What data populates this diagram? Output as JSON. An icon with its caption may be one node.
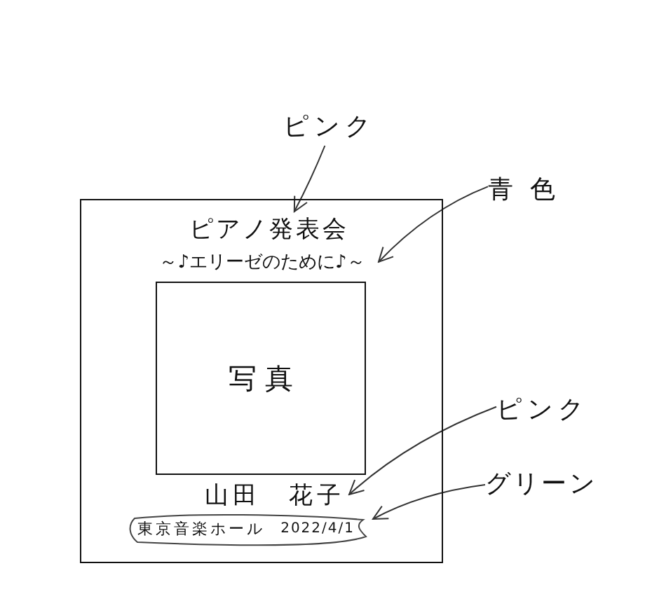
{
  "diagram": {
    "nodes": [
      {
        "text": [],
        "shape": "box"
      },
      {
        "text": [
          "ピアノ発表会"
        ],
        "in": 0
      },
      {
        "text": [
          "～♪エリーゼのために♪～"
        ],
        "in": 0
      },
      {
        "text": [
          "写真"
        ],
        "in": 0
      },
      {
        "text": [
          "山田　花子"
        ],
        "in": 0
      },
      {
        "text": [
          "東京音楽ホール",
          "2022/4/1"
        ],
        "in": 0
      },
      {
        "text": [
          "ピンク"
        ]
      },
      {
        "text": [
          "青色"
        ]
      },
      {
        "text": [
          "ピンク"
        ]
      },
      {
        "text": [
          "グリーン"
        ]
      }
    ],
    "edges": [
      {
        "from": 6,
        "to": 1,
        "arrow": "to"
      },
      {
        "from": 7,
        "to": 2,
        "arrow": "to"
      },
      {
        "from": 8,
        "to": 4,
        "arrow": "to"
      },
      {
        "from": 9,
        "to": 5,
        "arrow": "to"
      }
    ]
  }
}
